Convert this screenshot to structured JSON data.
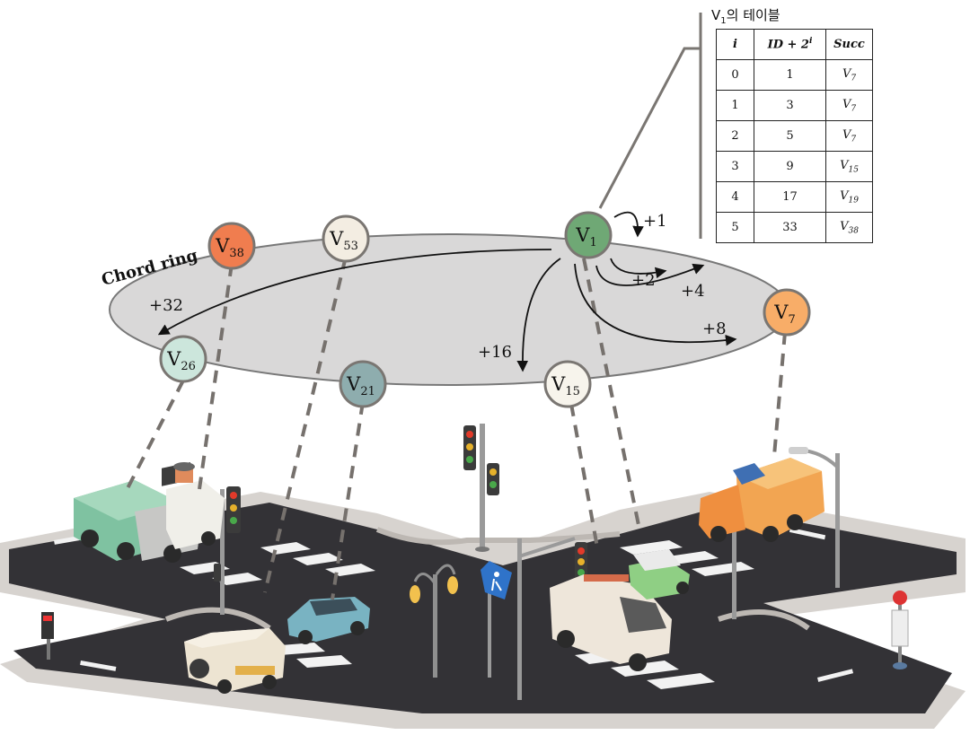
{
  "ring": {
    "label": "Chord ring",
    "nodes": [
      {
        "id": "v38",
        "label": "V",
        "sub": "38",
        "color": "#f07d4f"
      },
      {
        "id": "v53",
        "label": "V",
        "sub": "53",
        "color": "#f3ede2"
      },
      {
        "id": "v1",
        "label": "V",
        "sub": "1",
        "color": "#6fa875"
      },
      {
        "id": "v7",
        "label": "V",
        "sub": "7",
        "color": "#f8ad68"
      },
      {
        "id": "v26",
        "label": "V",
        "sub": "26",
        "color": "#cce6dc"
      },
      {
        "id": "v21",
        "label": "V",
        "sub": "21",
        "color": "#8eadae"
      },
      {
        "id": "v15",
        "label": "V",
        "sub": "15",
        "color": "#f7f4ec"
      }
    ],
    "hops": [
      "+1",
      "+2",
      "+4",
      "+8",
      "+16",
      "+32"
    ]
  },
  "table": {
    "title_main": "V",
    "title_sub": "1",
    "title_rest": "의 테이블",
    "header": {
      "i": "i",
      "id": "ID + 2",
      "id_sup": "i",
      "succ": "Succ"
    },
    "rows": [
      {
        "i": "0",
        "id": "1",
        "succ": "V",
        "succ_sub": "7"
      },
      {
        "i": "1",
        "id": "3",
        "succ": "V",
        "succ_sub": "7"
      },
      {
        "i": "2",
        "id": "5",
        "succ": "V",
        "succ_sub": "7"
      },
      {
        "i": "3",
        "id": "9",
        "succ": "V",
        "succ_sub": "15"
      },
      {
        "i": "4",
        "id": "17",
        "succ": "V",
        "succ_sub": "19"
      },
      {
        "i": "5",
        "id": "33",
        "succ": "V",
        "succ_sub": "38"
      }
    ]
  }
}
